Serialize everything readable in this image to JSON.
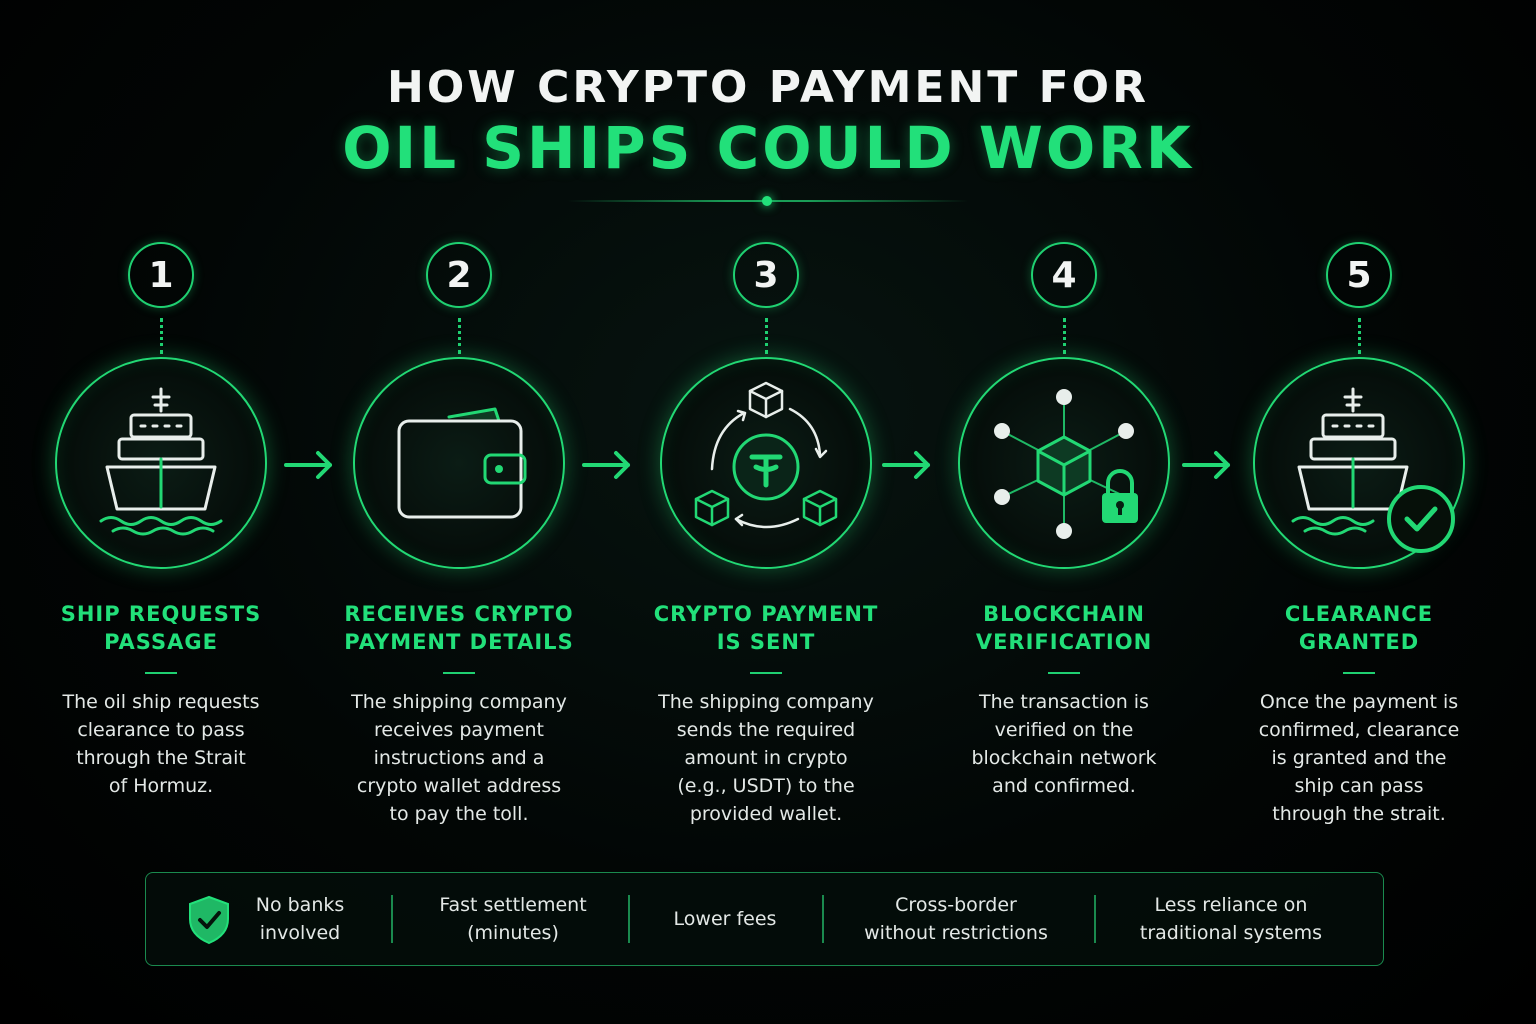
{
  "title": {
    "line1": "HOW CRYPTO PAYMENT FOR",
    "line2": "OIL SHIPS COULD WORK"
  },
  "colors": {
    "accent": "#22e07a",
    "background": "#000000",
    "text": "#e6ece9"
  },
  "steps": [
    {
      "number": "1",
      "icon": "ship-icon",
      "title": [
        "SHIP REQUESTS",
        "PASSAGE"
      ],
      "description": [
        "The oil ship requests",
        "clearance to pass",
        "through the Strait",
        "of Hormuz."
      ]
    },
    {
      "number": "2",
      "icon": "wallet-icon",
      "title": [
        "RECEIVES CRYPTO",
        "PAYMENT DETAILS"
      ],
      "description": [
        "The shipping company",
        "receives payment",
        "instructions and a",
        "crypto wallet address",
        "to pay the toll."
      ]
    },
    {
      "number": "3",
      "icon": "tether-cycle-icon",
      "title": [
        "CRYPTO PAYMENT",
        "IS SENT"
      ],
      "description": [
        "The shipping company",
        "sends the required",
        "amount in crypto",
        "(e.g., USDT) to the",
        "provided wallet."
      ]
    },
    {
      "number": "4",
      "icon": "blockchain-network-icon",
      "title": [
        "BLOCKCHAIN",
        "VERIFICATION"
      ],
      "description": [
        "The transaction is",
        "verified on the",
        "blockchain network",
        "and confirmed."
      ]
    },
    {
      "number": "5",
      "icon": "ship-checkmark-icon",
      "title": [
        "CLEARANCE",
        "GRANTED"
      ],
      "description": [
        "Once the payment is",
        "confirmed, clearance",
        "is granted and the",
        "ship can pass",
        "through the strait."
      ]
    }
  ],
  "benefits": [
    {
      "lines": [
        "No banks",
        "involved"
      ],
      "icon": "shield-check-icon"
    },
    {
      "lines": [
        "Fast settlement",
        "(minutes)"
      ]
    },
    {
      "lines": [
        "Lower fees"
      ]
    },
    {
      "lines": [
        "Cross-border",
        "without restrictions"
      ]
    },
    {
      "lines": [
        "Less reliance on",
        "traditional systems"
      ]
    }
  ]
}
